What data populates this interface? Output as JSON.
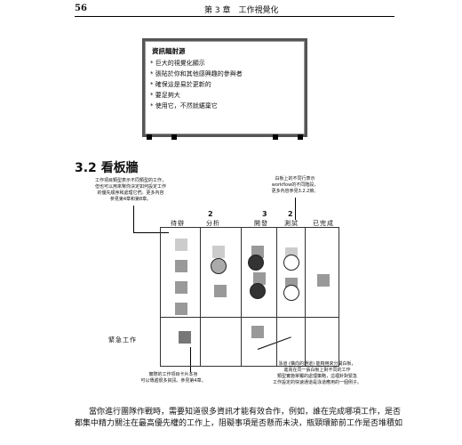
{
  "header": {
    "page_number": "56",
    "chapter": "第 3 章　工作視覺化"
  },
  "whiteboard": {
    "title": "資訊輻射源",
    "items": [
      "巨大的視覺化顯示",
      "張貼於你和其他感興趣的參與者",
      "確保這是易於更新的",
      "要足夠大",
      "使用它，不然就鋸棄它"
    ]
  },
  "section": {
    "number": "3.2",
    "title": "看板牆"
  },
  "annotations": {
    "left_top": [
      "工作項目類型表示不同類型的工作，",
      "但也可以用來幫你決定如何設定工作",
      "的優先順序和處理它們。更多內容",
      "參見第4章和第8章。"
    ],
    "top_right": [
      "白板上的不同行表示",
      "workflow的不同階段，",
      "更多內容參見3.2.2節。"
    ],
    "bottom_left": [
      "實際的工作項目卡片本身",
      "可以傳遞很多資訊。參見第4章。"
    ],
    "bottom_right": [
      "泳道 (橫向的通道) 能夠用來分開白板，",
      "進而在同一張白板上對不同的工作",
      "類型實施單獨的處理策略，這裡針對緊急",
      "工作設定的快速通道是泳道應用的一個例子。"
    ]
  },
  "board": {
    "columns": [
      "待辦",
      "分析",
      "開發",
      "測試",
      "已完成"
    ],
    "wip_limits": [
      "2",
      "3",
      "2"
    ],
    "swimlane_label": "緊急工作"
  },
  "body": {
    "line1": "當你進行團隊作戰時，需要知道很多資訊才能有效合作，例如，誰在完成哪項工作，是否",
    "line2": "都集中精力關注在最高優先權的工作上，阻礙事項是否懸而未決，瓶頸環節前工作是否堆積如"
  }
}
